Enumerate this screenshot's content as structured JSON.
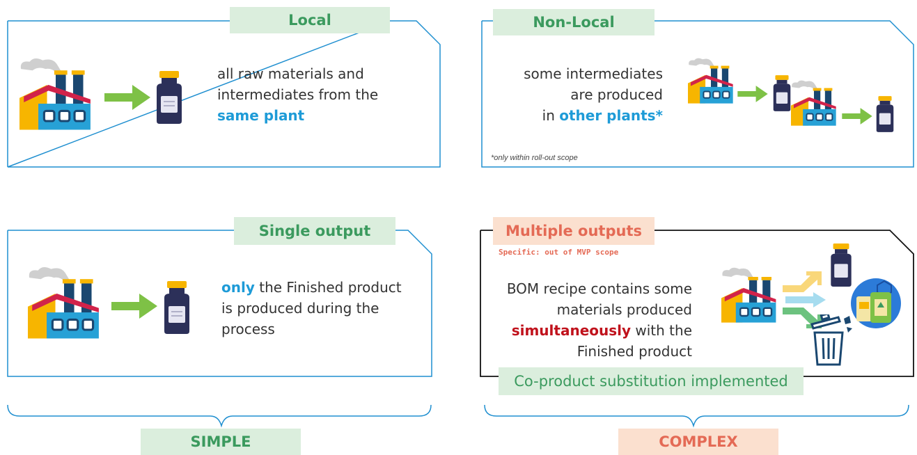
{
  "panels": {
    "local": {
      "tag": "Local",
      "line1": "all raw materials and",
      "line2": "intermediates from the",
      "highlight": "same plant"
    },
    "non_local": {
      "tag": "Non-Local",
      "line1": "some intermediates",
      "line2": "are produced",
      "line3_prefix": "in ",
      "highlight": "other plants*",
      "footnote": "*only within roll-out scope"
    },
    "single_output": {
      "tag": "Single output",
      "highlight": "only",
      "line1_rest": " the Finished product",
      "line2": "is produced during the",
      "line3": "process"
    },
    "multiple_outputs": {
      "tag": "Multiple outputs",
      "subtag": "Specific: out of MVP scope",
      "line1": "BOM recipe contains some",
      "line2": "materials produced",
      "highlight": "simultaneously",
      "line3_rest": " with the",
      "line4": "Finished product",
      "bottom_tag": "Co-product substitution implemented"
    }
  },
  "groups": {
    "simple": "SIMPLE",
    "complex": "COMPLEX"
  },
  "colors": {
    "frame_blue": "#1f8fd0",
    "tag_green_bg": "#dbeedd",
    "tag_green_text": "#3b9a5e",
    "tag_orange_bg": "#fbe0cf",
    "tag_orange_text": "#e46a55",
    "highlight_blue": "#1e9bd7",
    "highlight_red": "#c0121c"
  },
  "icons": [
    "factory-icon",
    "arrow-right-icon",
    "bottle-icon",
    "trash-icon",
    "coproduct-icon"
  ]
}
